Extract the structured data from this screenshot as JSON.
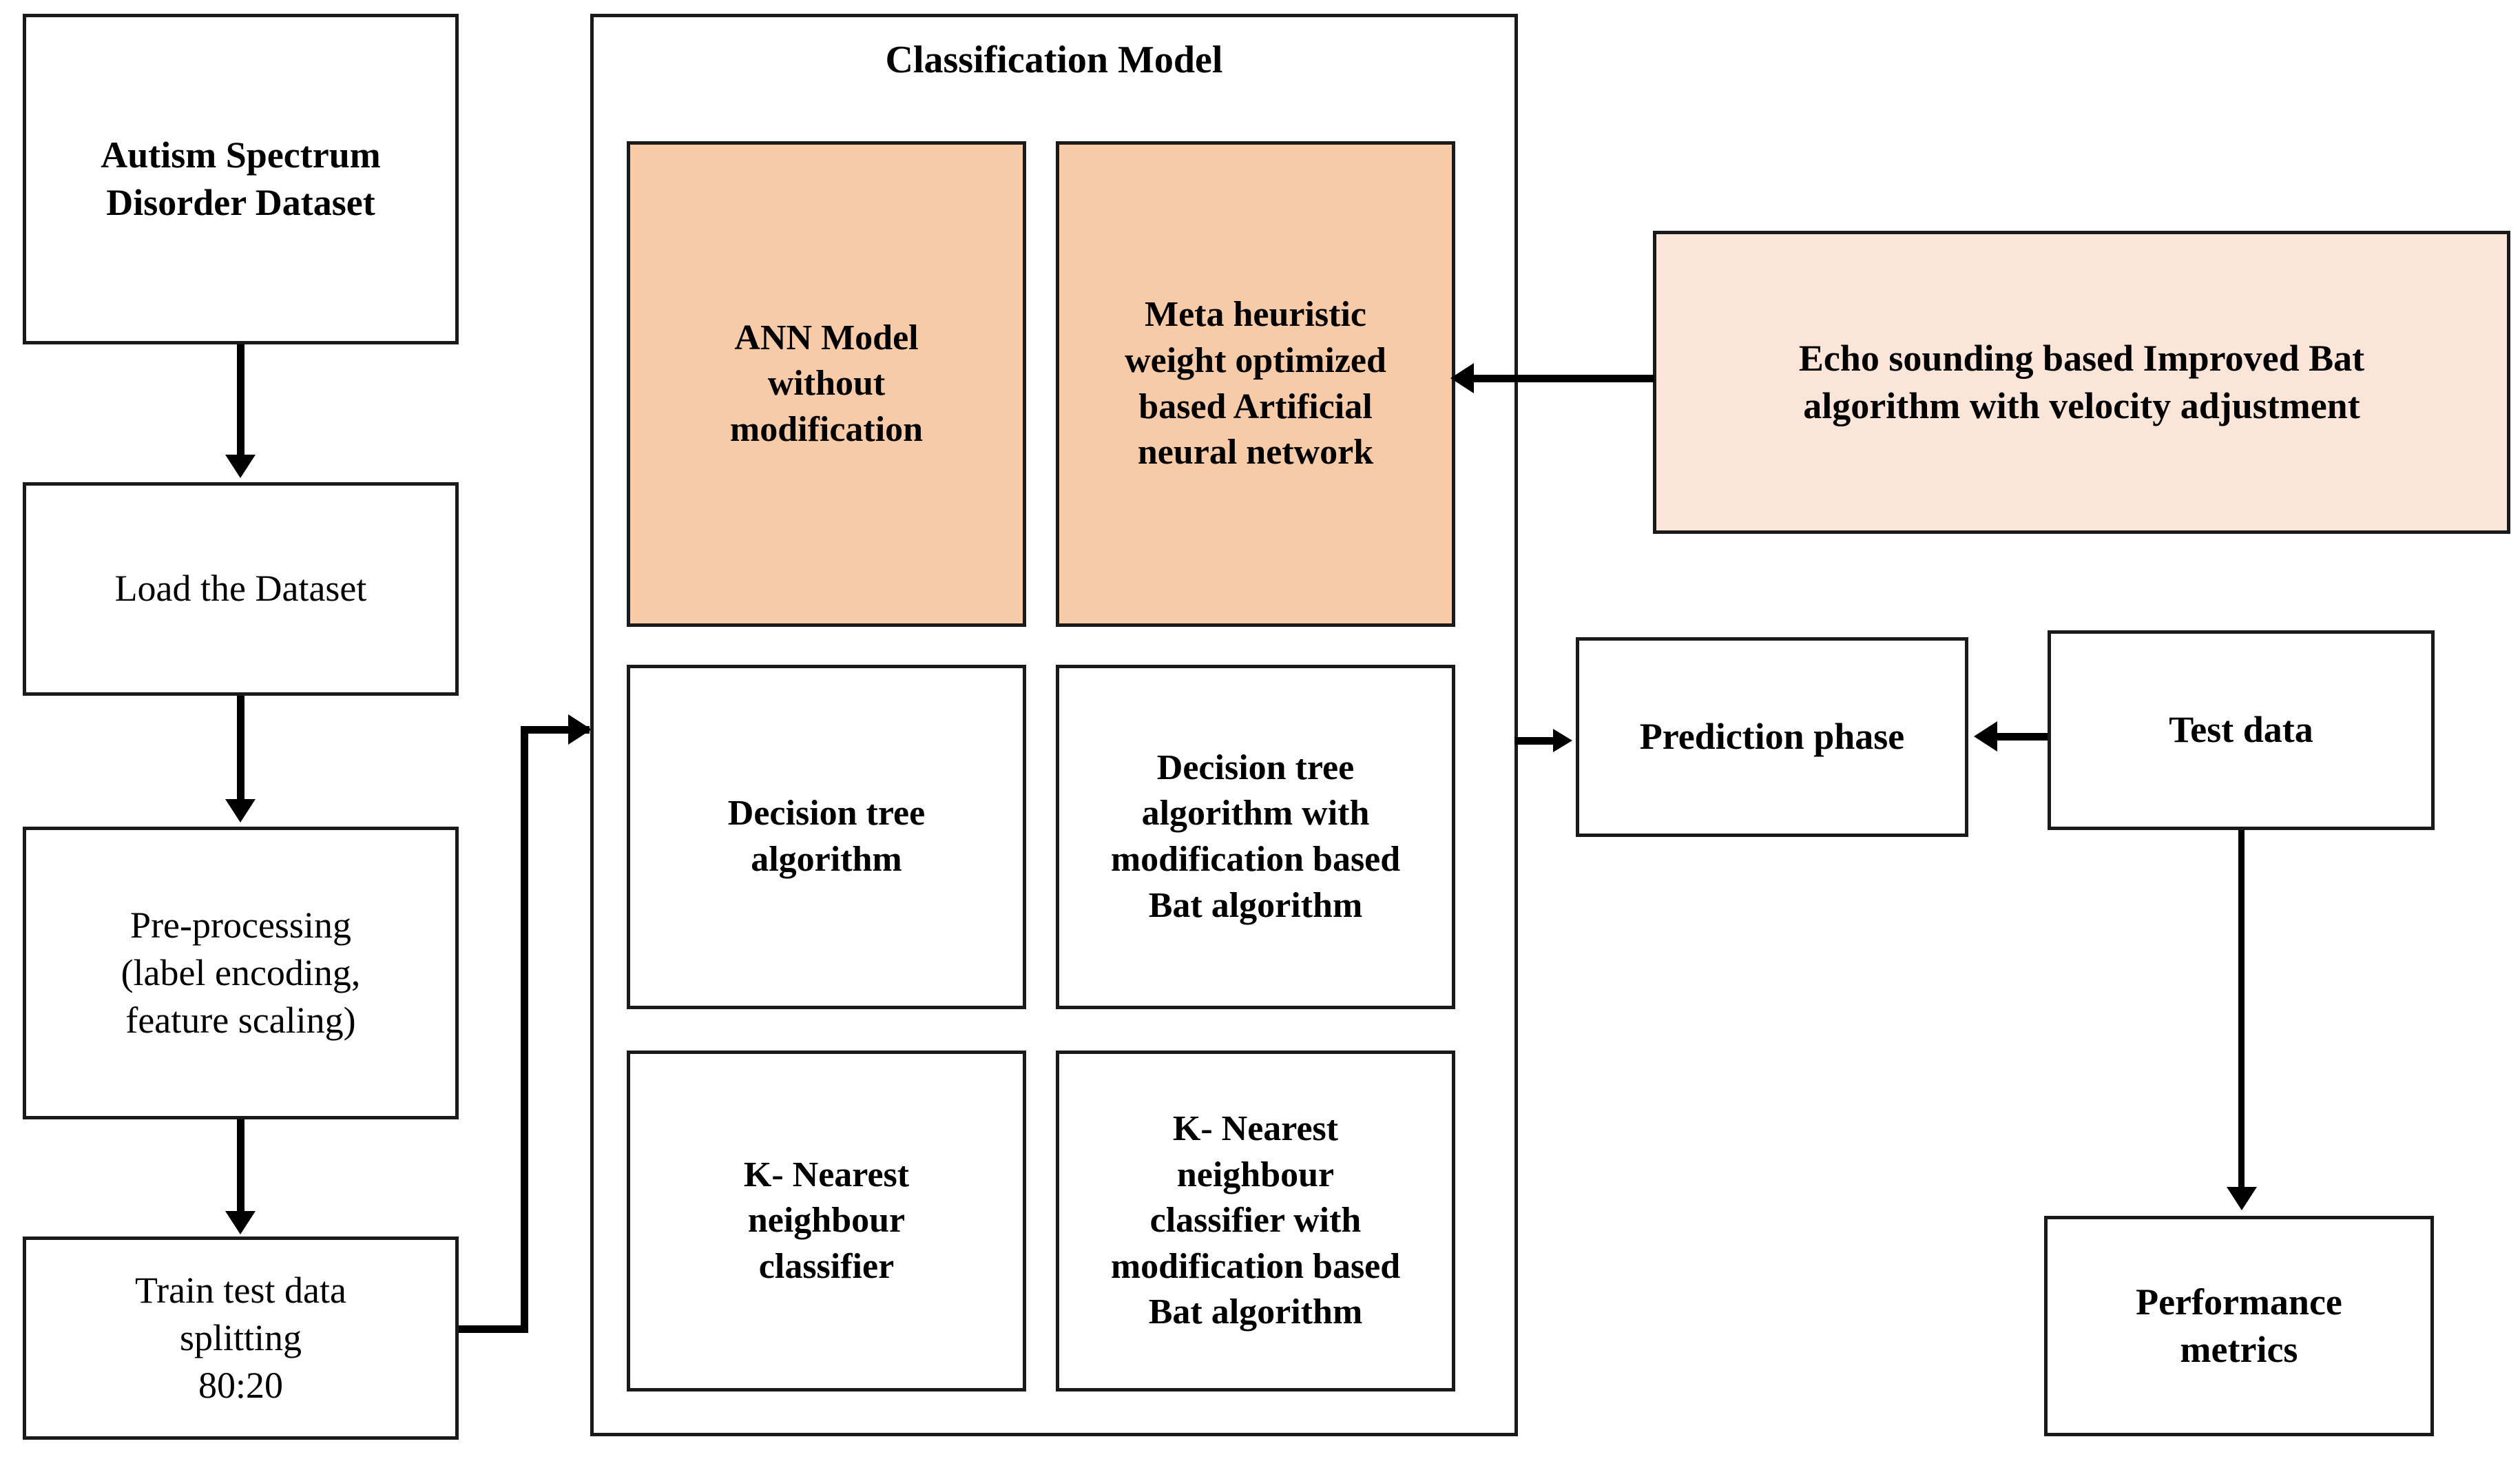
{
  "diagram": {
    "title_text": "Classification Model",
    "colors": {
      "model_box_fill": "#f8cba8",
      "optimizer_box_fill": "#fbe5d9",
      "plain_box_fill": "#ffffff",
      "border": "#1a1a1a",
      "connector": "#000000"
    }
  },
  "pipeline": {
    "dataset": "Autism Spectrum\nDisorder Dataset",
    "load": "Load the Dataset",
    "preprocess": "Pre-processing\n(label encoding,\nfeature scaling)",
    "split": "Train test data\nsplitting\n80:20"
  },
  "classification_model": {
    "title": "Classification Model",
    "cells": [
      {
        "id": "ann-plain",
        "label": "ANN Model\nwithout\nmodification",
        "highlighted": true
      },
      {
        "id": "ann-optimized",
        "label": "Meta heuristic\nweight optimized\nbased Artificial\nneural network",
        "highlighted": true
      },
      {
        "id": "decision-tree-plain",
        "label": "Decision tree\nalgorithm",
        "highlighted": false
      },
      {
        "id": "decision-tree-modified",
        "label": "Decision tree\nalgorithm with\nmodification based\nBat algorithm",
        "highlighted": false
      },
      {
        "id": "knn-plain",
        "label": "K- Nearest\nneighbour\nclassifier",
        "highlighted": false
      },
      {
        "id": "knn-modified",
        "label": "K- Nearest\nneighbour\nclassifier with\nmodification based\nBat algorithm",
        "highlighted": false
      }
    ]
  },
  "optimizer": {
    "label": "Echo sounding based Improved Bat\nalgorithm with velocity adjustment"
  },
  "evaluation": {
    "prediction": "Prediction phase",
    "test_data": "Test data",
    "performance": "Performance\nmetrics"
  }
}
